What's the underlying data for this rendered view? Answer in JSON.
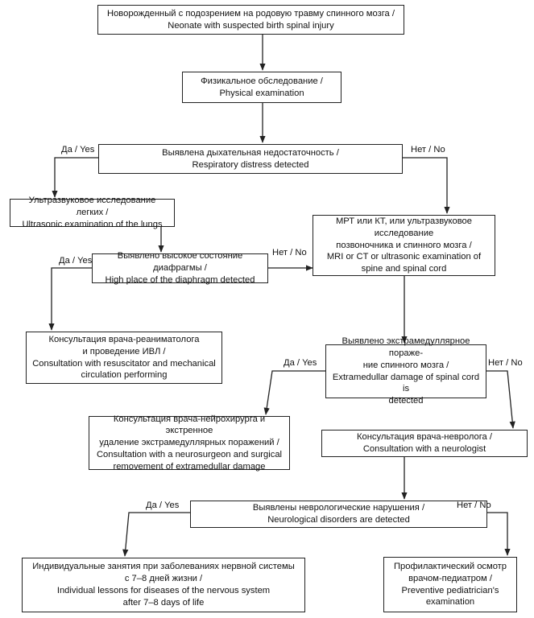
{
  "nodes": {
    "neonate": "Новорожденный с подозрением на родовую травму спинного мозга /\nNeonate with suspected birth spinal injury",
    "physical": "Физикальное обследование /\nPhysical examination",
    "respiratory": "Выявлена дыхательная недостаточность /\nRespiratory distress detected",
    "lung_us": "Ультразвуковое исследование легких /\nUltrasonic examination of the lungs",
    "diaphragm": "Выявлено высокое состояние диафрагмы /\nHigh place of the diaphragm detected",
    "resuscitator": "Консультация врача-реаниматолога\nи проведение ИВЛ /\nConsultation with resuscitator and mechanical\ncirculation performing",
    "mri": "МРТ или КТ, или ультразвуковое исследование\nпозвоночника и спинного мозга /\nMRI or CT or ultrasonic examination of\nspine and spinal cord",
    "extramedullar": "Выявлено экстрамедуллярное пораже-\nние спинного мозга /\nExtramedullar damage of spinal cord is\ndetected",
    "neurosurgeon": "Консультация врача-нейрохирурга и экстренное\nудаление экстрамедуллярных поражений /\nConsultation with a neurosurgeon and surgical\nremovement of extramedullar damage",
    "neurologist": "Консультация врача-невролога /\nConsultation with a neurologist",
    "neuro_disorders": "Выявлены неврологические нарушения /\nNeurological disorders are detected",
    "individual": "Индивидуальные занятия при заболеваниях нервной системы\nс 7–8 дней жизни /\nIndividual lessons for diseases of the nervous system\nafter 7–8 days of life",
    "preventive": "Профилактический осмотр\nврачом-педиатром /\nPreventive pediatrician's\nexamination"
  },
  "labels": {
    "yes": "Да / Yes",
    "no": "Нет / No"
  }
}
